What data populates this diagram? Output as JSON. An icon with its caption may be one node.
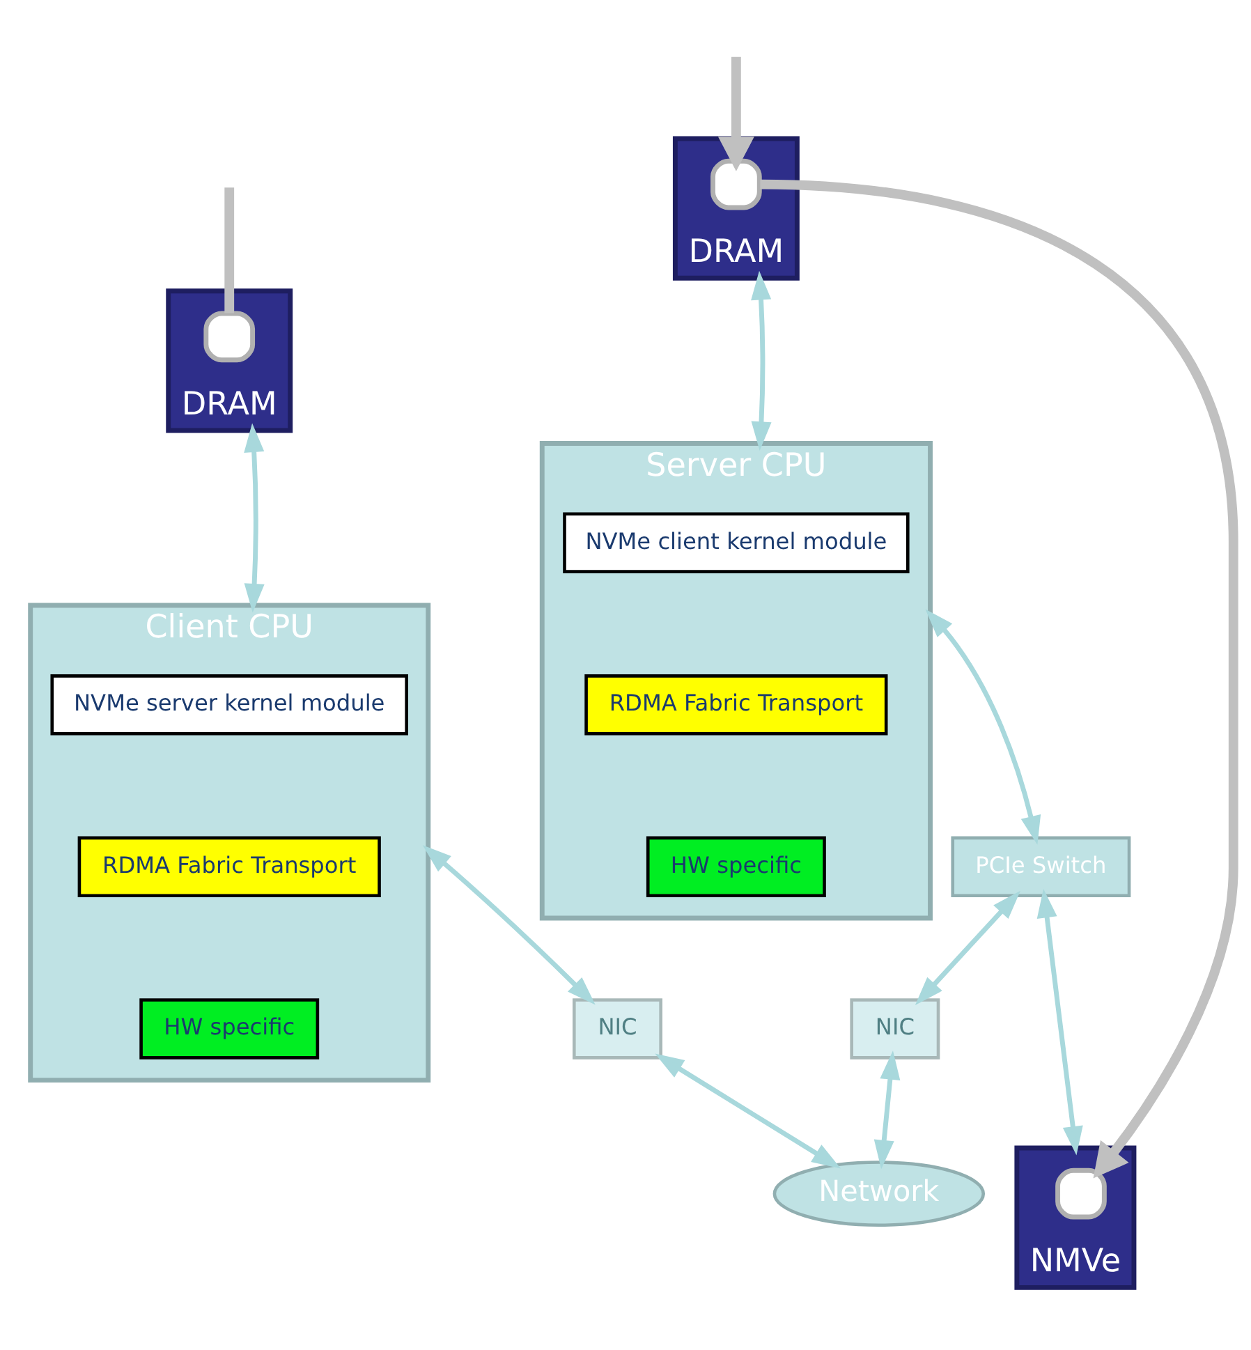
{
  "diagram": {
    "nodes": [
      {
        "text": [
          "DRAM"
        ]
      },
      {
        "text": [],
        "shape": "box",
        "in": 0
      },
      {
        "text": [
          "DRAM"
        ]
      },
      {
        "text": [],
        "shape": "box",
        "in": 2
      },
      {
        "text": [
          "Server CPU"
        ]
      },
      {
        "text": [
          "NVMe client kernel module"
        ],
        "in": 4
      },
      {
        "text": [
          "RDMA Fabric Transport"
        ],
        "in": 4
      },
      {
        "text": [
          "HW specific"
        ],
        "in": 4
      },
      {
        "text": [
          "Client CPU"
        ]
      },
      {
        "text": [
          "NVMe server kernel module"
        ],
        "in": 8
      },
      {
        "text": [
          "RDMA Fabric Transport"
        ],
        "in": 8
      },
      {
        "text": [
          "HW specific"
        ],
        "in": 8
      },
      {
        "text": [
          "PCIe Switch"
        ]
      },
      {
        "text": [
          "NMVe"
        ]
      },
      {
        "text": [],
        "shape": "box",
        "in": 13
      },
      {
        "text": [
          "NIC"
        ]
      },
      {
        "text": [
          "NIC"
        ]
      },
      {
        "text": [
          "Network"
        ]
      }
    ],
    "edges": [
      {
        "from": 0,
        "to": 4,
        "arrow": "both"
      },
      {
        "from": 2,
        "to": 8,
        "arrow": "both"
      },
      {
        "from": 4,
        "to": 12,
        "arrow": "both"
      },
      {
        "from": 12,
        "to": 13,
        "arrow": "both"
      },
      {
        "from": 12,
        "to": 15,
        "arrow": "both"
      },
      {
        "from": 8,
        "to": 16,
        "arrow": "both"
      },
      {
        "from": 15,
        "to": 17,
        "arrow": "both"
      },
      {
        "from": 16,
        "to": 17,
        "arrow": "both"
      },
      {
        "from": null,
        "to": 1,
        "arrow": "to",
        "style": "thick",
        "color": "#c0c0c0"
      },
      {
        "from": 1,
        "to": 14,
        "arrow": "to",
        "style": "thick",
        "color": "#c0c0c0"
      },
      {
        "from": 3,
        "to": null,
        "arrow": "none",
        "style": "thick",
        "color": "#c0c0c0"
      }
    ]
  }
}
